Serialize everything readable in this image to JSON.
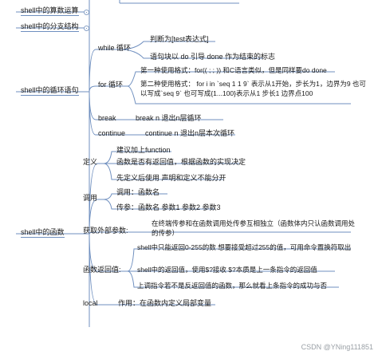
{
  "root_items": [
    {
      "id": "arith",
      "label": "shell中的算数运算"
    },
    {
      "id": "branch",
      "label": "shell中的分支结构"
    },
    {
      "id": "loop",
      "label": "shell中的循环语句"
    },
    {
      "id": "func",
      "label": "shell中的函数"
    }
  ],
  "loop": {
    "while": {
      "label": "while 循环",
      "children": [
        "判断为[test表达式]",
        "语句块以 do 引导 done 作为结束的标志"
      ]
    },
    "for": {
      "label": "for 循环",
      "children": [
        "第一种使用格式：for(( ; ; )) 和C语言类似，但是同样要do done",
        "第二种使用格式： for i in `seq 1 1 9` 表示从1开始，步长为1，边界为9  也可以写成`seq 9`  也可写成{1...100}表示从1 步长1 边界点100"
      ]
    },
    "break": {
      "label": "break",
      "children": [
        "break n 退出n层循环"
      ]
    },
    "continue": {
      "label": "continue",
      "children": [
        "continue n 退出n层本次循环"
      ]
    }
  },
  "func": {
    "define": {
      "label": "定义",
      "children": [
        "建议加上function",
        "函数是否有返回值，根据函数的实现决定",
        "先定义后使用 声明和定义不能分开"
      ]
    },
    "call": {
      "label": "调用",
      "children": [
        "调用：函数名",
        "传参：函数名 参数1 参数2 参数3"
      ]
    },
    "external": {
      "label": "获取外部参数:",
      "children": [
        "在终端传参和在函数调用处传参互相独立（函数体内只认函数调用处 的传参）"
      ]
    },
    "retval": {
      "label": "函数返回值:",
      "children": [
        "shell中只能返回0-255的数  想要接受超过255的值，可用命令置换符取出",
        "shell中的返回值，使用$?接收  $?本质是上一条指令的返回值",
        "上调指令若不是反返回值的函数，那么就看上条指令的成功与否"
      ]
    },
    "local": {
      "label": "local",
      "children": [
        "作用：在函数内定义局部变量"
      ]
    }
  },
  "watermark": "CSDN @YNing111851",
  "colors": {
    "line": "#6f8fbf",
    "text": "#1a1a1a"
  }
}
